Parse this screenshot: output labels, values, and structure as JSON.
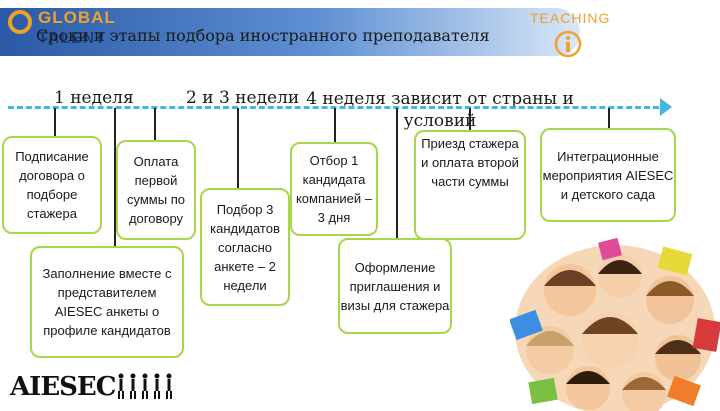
{
  "header": {
    "title": "Сроки и этапы подбора иностранного преподавателя",
    "logo_left_top": "GLOBAL",
    "logo_left_bottom": "TALENT",
    "logo_right": "TEACHING"
  },
  "timeline": {
    "weeks": [
      "1 неделя",
      "2 и 3 недели",
      "4 неделя  зависит от страны и условий"
    ]
  },
  "cards": {
    "signing": "Подписание договора о подборе стажера",
    "payment_first": "Оплата первой суммы по договору",
    "fill_form": "Заполнение вместе с представителем AIESEC анкеты о профиле кандидатов",
    "select_three": "Подбор 3 кандидатов согласно анкете – 2 недели",
    "select_one": "Отбор 1 кандидата компанией – 3 дня",
    "invitation_visa": "Оформление приглашения и визы для стажера",
    "arrival_payment": "Приезд стажера и оплата второй части суммы",
    "integration": "Интеграционные мероприятия AIESEC и детского сада"
  },
  "footer": {
    "brand": "AIESEC"
  },
  "colors": {
    "title_band_start": "#2a5aa6",
    "title_band_end": "#d9e7f7",
    "card_border": "#a8d64a",
    "timeline": "#3fb7e0",
    "logo_accent": "#f0a02c"
  },
  "icons": [
    "info-pencil-icon",
    "people-silhouettes-icon"
  ]
}
